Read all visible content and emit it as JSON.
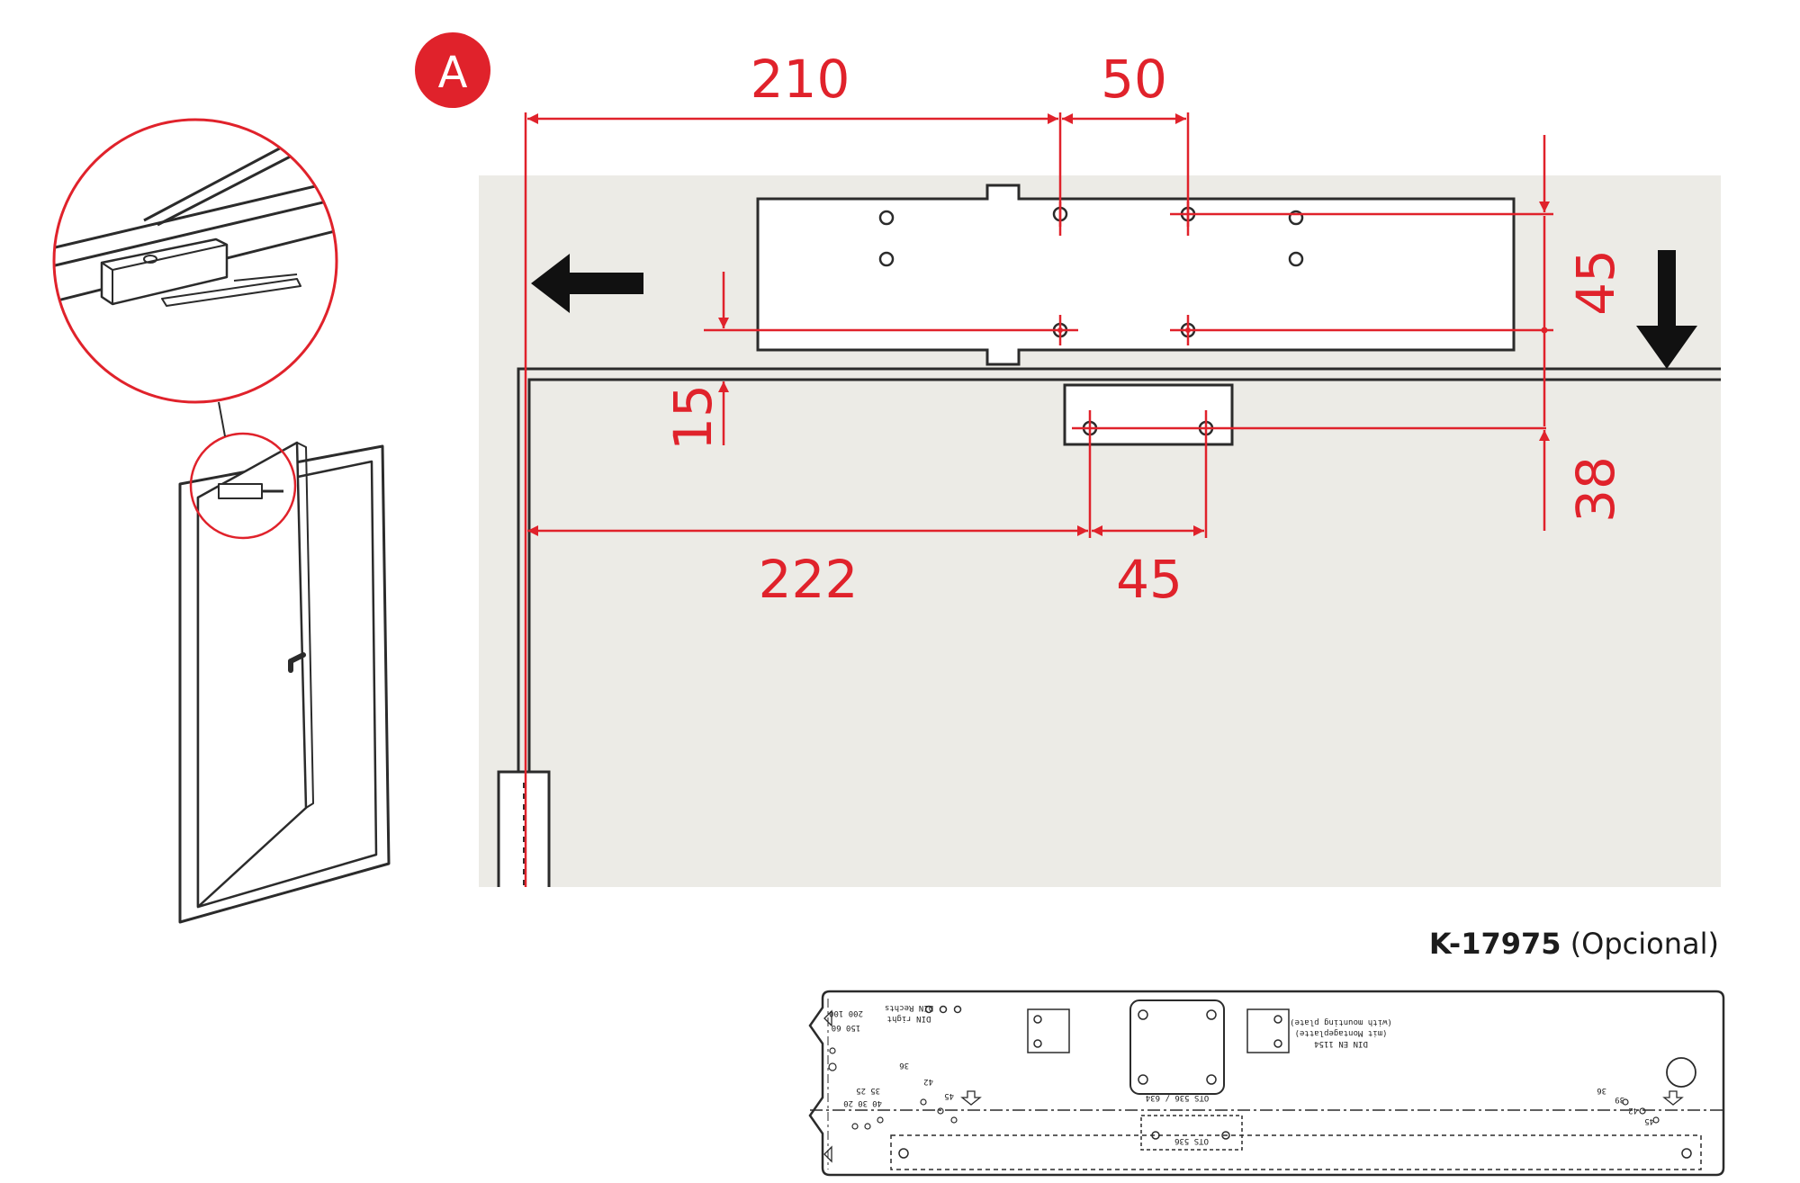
{
  "badge": {
    "label": "A"
  },
  "dimensions": {
    "d210": "210",
    "d50": "50",
    "d45_vertical": "45",
    "d15": "15",
    "d38": "38",
    "d222": "222",
    "d45_horizontal": "45"
  },
  "optional_plate": {
    "code": "K-17975",
    "note": "(Opcional)"
  },
  "template_text": {
    "din_right": "DIN right",
    "din_rechts": "DIN Rechts",
    "din_en": "DIN EN 1154",
    "mit_platte": "(mit Montageplatte)",
    "with_plate": "(with mounting plate)",
    "sizes_a": "150 60",
    "sizes_b": "200 100",
    "ots_top": "OTS 536 / 634",
    "ots_bottom": "OTS 536",
    "n36": "36",
    "n42": "42",
    "n45": "45",
    "n25": "25",
    "n35": "35",
    "n20": "20",
    "n30": "30",
    "n40": "40",
    "n39": "39"
  },
  "colors": {
    "dimension": "#e0222b",
    "badge": "#e0222b",
    "wall": "#ecebe6",
    "outline": "#2b2b2b"
  },
  "icons": [
    "left-arrow-icon",
    "down-arrow-icon"
  ]
}
